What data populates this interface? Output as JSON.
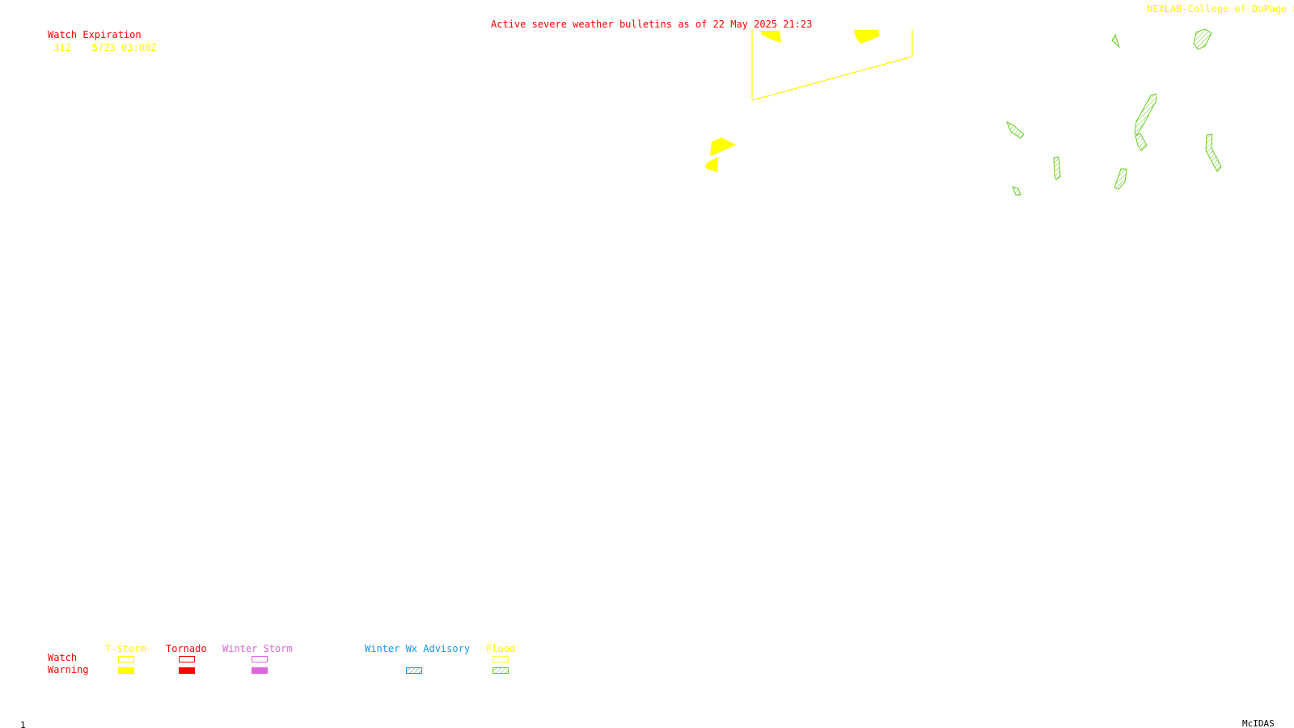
{
  "header": {
    "title": "Active severe weather bulletins as of 22 May 2025 21:23",
    "credit": "NEXLAB-College of DuPage R"
  },
  "watch_list": {
    "heading": "Watch Expiration",
    "rows": [
      {
        "number": "312",
        "expires": "5/23 03:00Z"
      }
    ]
  },
  "legend": {
    "row_labels": {
      "watch": "Watch",
      "warning": "Warning"
    },
    "categories": {
      "tstorm": "T-Storm",
      "tornado": "Tornado",
      "winter_storm": "Winter Storm",
      "winter_wx_advisory": "Winter Wx Advisory",
      "flood": "Flood"
    }
  },
  "footer": {
    "frame_number": "1",
    "software": "McIDAS"
  },
  "colors": {
    "title_red": "#ff0000",
    "tstorm": "#ffff00",
    "tornado": "#ff0000",
    "winter_storm": "#dd66dd",
    "winter_advisory": "#1199ee",
    "flood_watch": "#ffff55",
    "flood_warning": "#66cc22"
  }
}
